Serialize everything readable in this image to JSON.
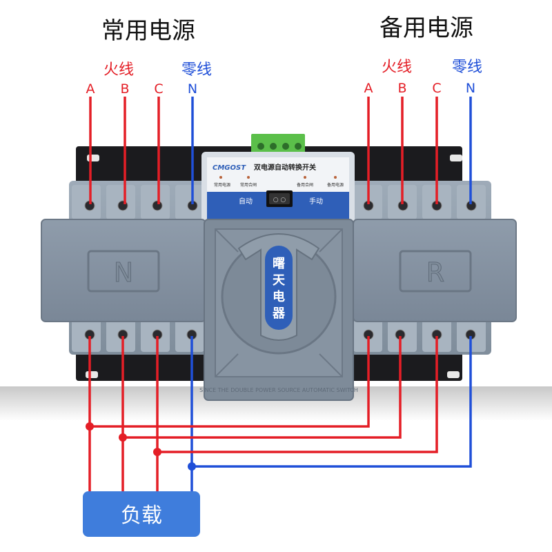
{
  "titles": {
    "normal_source": "常用电源",
    "backup_source": "备用电源"
  },
  "wire_labels": {
    "live": "火线",
    "neutral": "零线",
    "phase_a": "A",
    "phase_b": "B",
    "phase_c": "C",
    "neutral_letter": "N"
  },
  "device": {
    "brand": "CMGOST",
    "product_name": "双电源自动转换开关",
    "indicators": [
      "常用电源",
      "常用合闸",
      "备用合闸",
      "备用电源"
    ],
    "mode_auto": "自动",
    "mode_manual": "手动",
    "left_cover_letter": "N",
    "right_cover_letter": "R",
    "handle_chars": [
      "曙",
      "天",
      "电",
      "器"
    ],
    "bottom_marking": "SINCE THE DOUBLE POWER SOURCE AUTOMATIC SWITCH"
  },
  "load": {
    "label": "负载"
  },
  "colors": {
    "live_wire": "#e41e26",
    "neutral_wire": "#1f4fd8",
    "device_body": "#8c9aa8",
    "load_box": "#3f7ddc",
    "title_text": "#111111"
  }
}
